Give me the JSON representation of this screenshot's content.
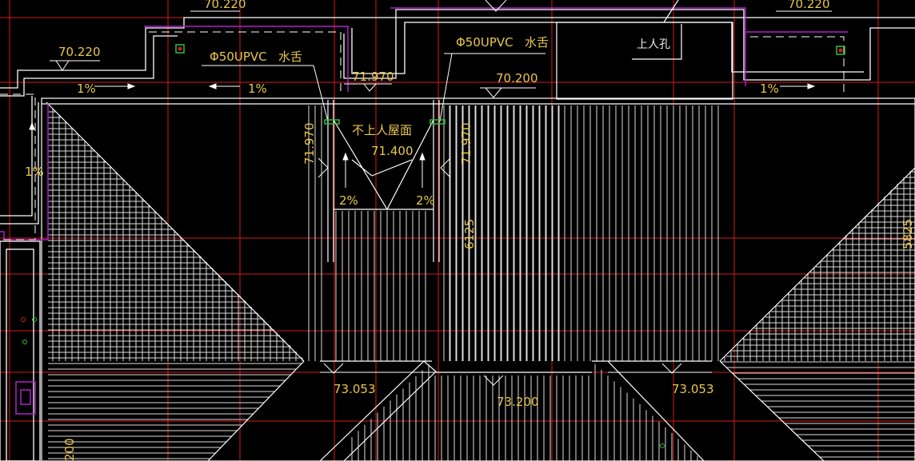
{
  "drawing": {
    "colors": {
      "background": "#000000",
      "line_white": "#ffffff",
      "grid_red": "#d41a1a",
      "text_yellow": "#e8c84a",
      "wall_magenta": "#b020c8",
      "marker_green": "#2fbf3a"
    },
    "labels": {
      "elev_70220_left": "70.220",
      "elev_70220_top": "70.220",
      "elev_70220_right": "70.220",
      "elev_71970_top": "71.970",
      "elev_71970_left_v": "71.970",
      "elev_71970_right_v": "71.970",
      "elev_70200": "70.200",
      "elev_71400": "71.400",
      "elev_73053_left": "73.053",
      "elev_73200": "73.200",
      "elev_73053_right": "73.053",
      "pipe_left": "Φ50UPVC   水舌",
      "pipe_right": "Φ50UPVC   水舌",
      "roof_note": "不上人屋面",
      "hatch_note": "上人孔",
      "slope_1pct_a": "1%",
      "slope_1pct_b": "1%",
      "slope_1pct_c": "1%",
      "slope_1pct_d": "1%",
      "slope_2pct_a": "2%",
      "slope_2pct_b": "2%",
      "dim_6125": "6125",
      "dim_5825": "5825",
      "dim_200": "200"
    }
  }
}
